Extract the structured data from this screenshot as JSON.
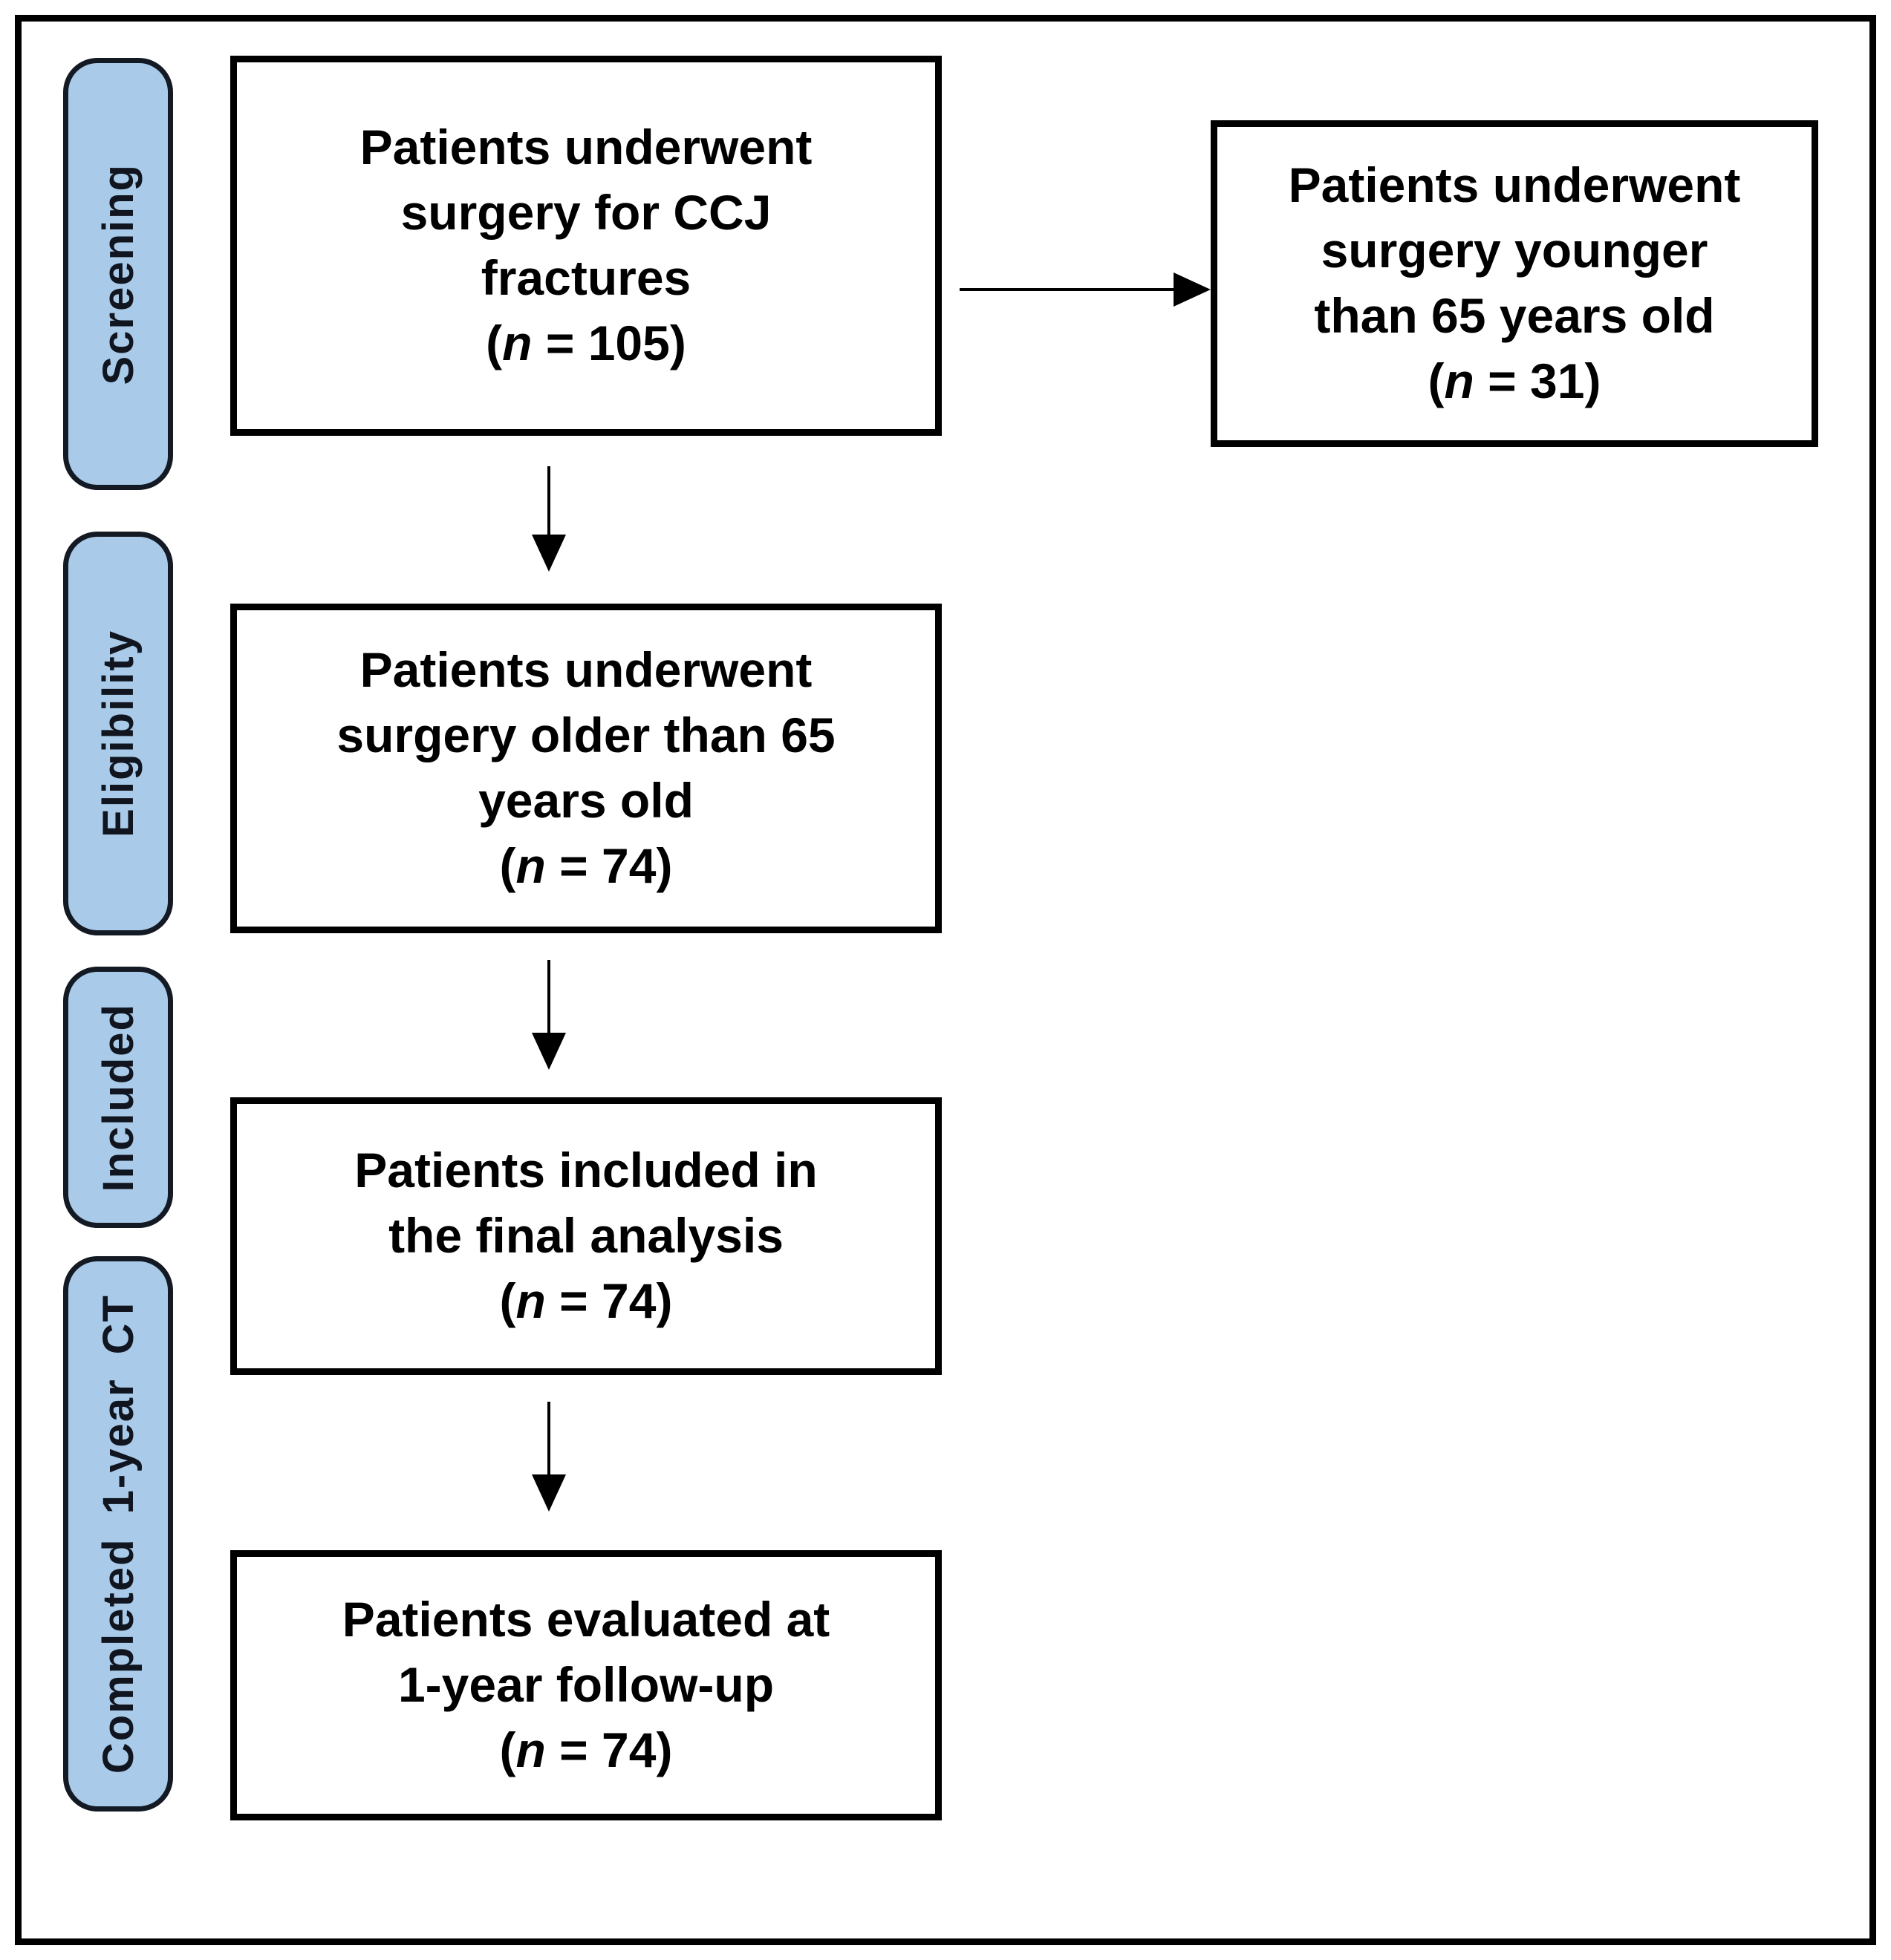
{
  "stages": [
    {
      "label": "Screening"
    },
    {
      "label": "Eligibility"
    },
    {
      "label": "Included"
    },
    {
      "label": "Completed 1-year CT"
    }
  ],
  "boxes": {
    "screening": {
      "lines": [
        "Patients underwent",
        "surgery for CCJ",
        "fractures"
      ],
      "count": {
        "open": "(",
        "var": "n",
        "rest": " = 105)"
      }
    },
    "excluded": {
      "lines": [
        "Patients underwent",
        "surgery younger",
        "than 65 years old"
      ],
      "count": {
        "open": "(",
        "var": "n",
        "rest": " = 31)"
      }
    },
    "eligible": {
      "lines": [
        "Patients underwent",
        "surgery older than 65",
        "years old"
      ],
      "count": {
        "open": "(",
        "var": "n",
        "rest": " = 74)"
      }
    },
    "included": {
      "lines": [
        "Patients included in",
        "the final analysis"
      ],
      "count": {
        "open": "(",
        "var": "n",
        "rest": " = 74)"
      }
    },
    "followup": {
      "lines": [
        "Patients evaluated at",
        "1-year follow-up"
      ],
      "count": {
        "open": "(",
        "var": "n",
        "rest": " = 74)"
      }
    }
  },
  "colors": {
    "stage_fill": "#a9cbe9",
    "stage_border": "#141a24",
    "box_border": "#000000",
    "text": "#000000",
    "background": "#ffffff"
  }
}
